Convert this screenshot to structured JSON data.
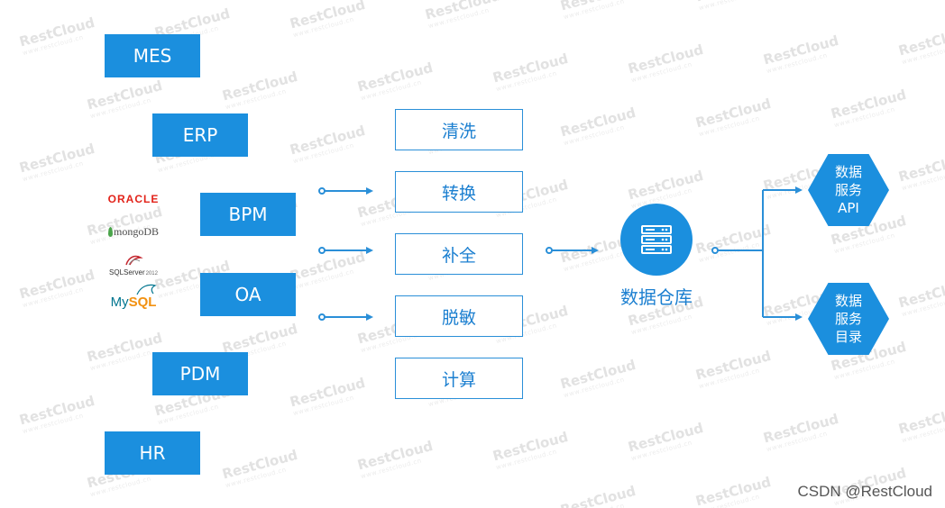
{
  "sources": [
    "MES",
    "ERP",
    "BPM",
    "OA",
    "PDM",
    "HR"
  ],
  "db_logos": {
    "oracle": "ORACLE",
    "mongodb": "mongoDB",
    "sqlserver": "SQLServer",
    "sqlserver_year": "2012",
    "mysql_part1": "My",
    "mysql_part2": "SQL"
  },
  "process_steps": [
    "清洗",
    "转换",
    "补全",
    "脱敏",
    "计算"
  ],
  "warehouse": {
    "label": "数据仓库",
    "icon": "server-icon"
  },
  "outputs": [
    {
      "line1": "数据",
      "line2": "服务",
      "line3": "API"
    },
    {
      "line1": "数据",
      "line2": "服务",
      "line3": "目录"
    }
  ],
  "watermark": {
    "brand": "RestCloud",
    "url": "www.restcloud.cn"
  },
  "credit": "CSDN @RestCloud",
  "colors": {
    "primary": "#1b8fde",
    "primary_text": "#1b7fd0",
    "connector": "#2a8fd8",
    "oracle": "#e2231a",
    "mongodb_leaf": "#4aa44a",
    "mysql_blue": "#00758f",
    "mysql_orange": "#f29111",
    "sqlserver_red": "#c4262e"
  }
}
